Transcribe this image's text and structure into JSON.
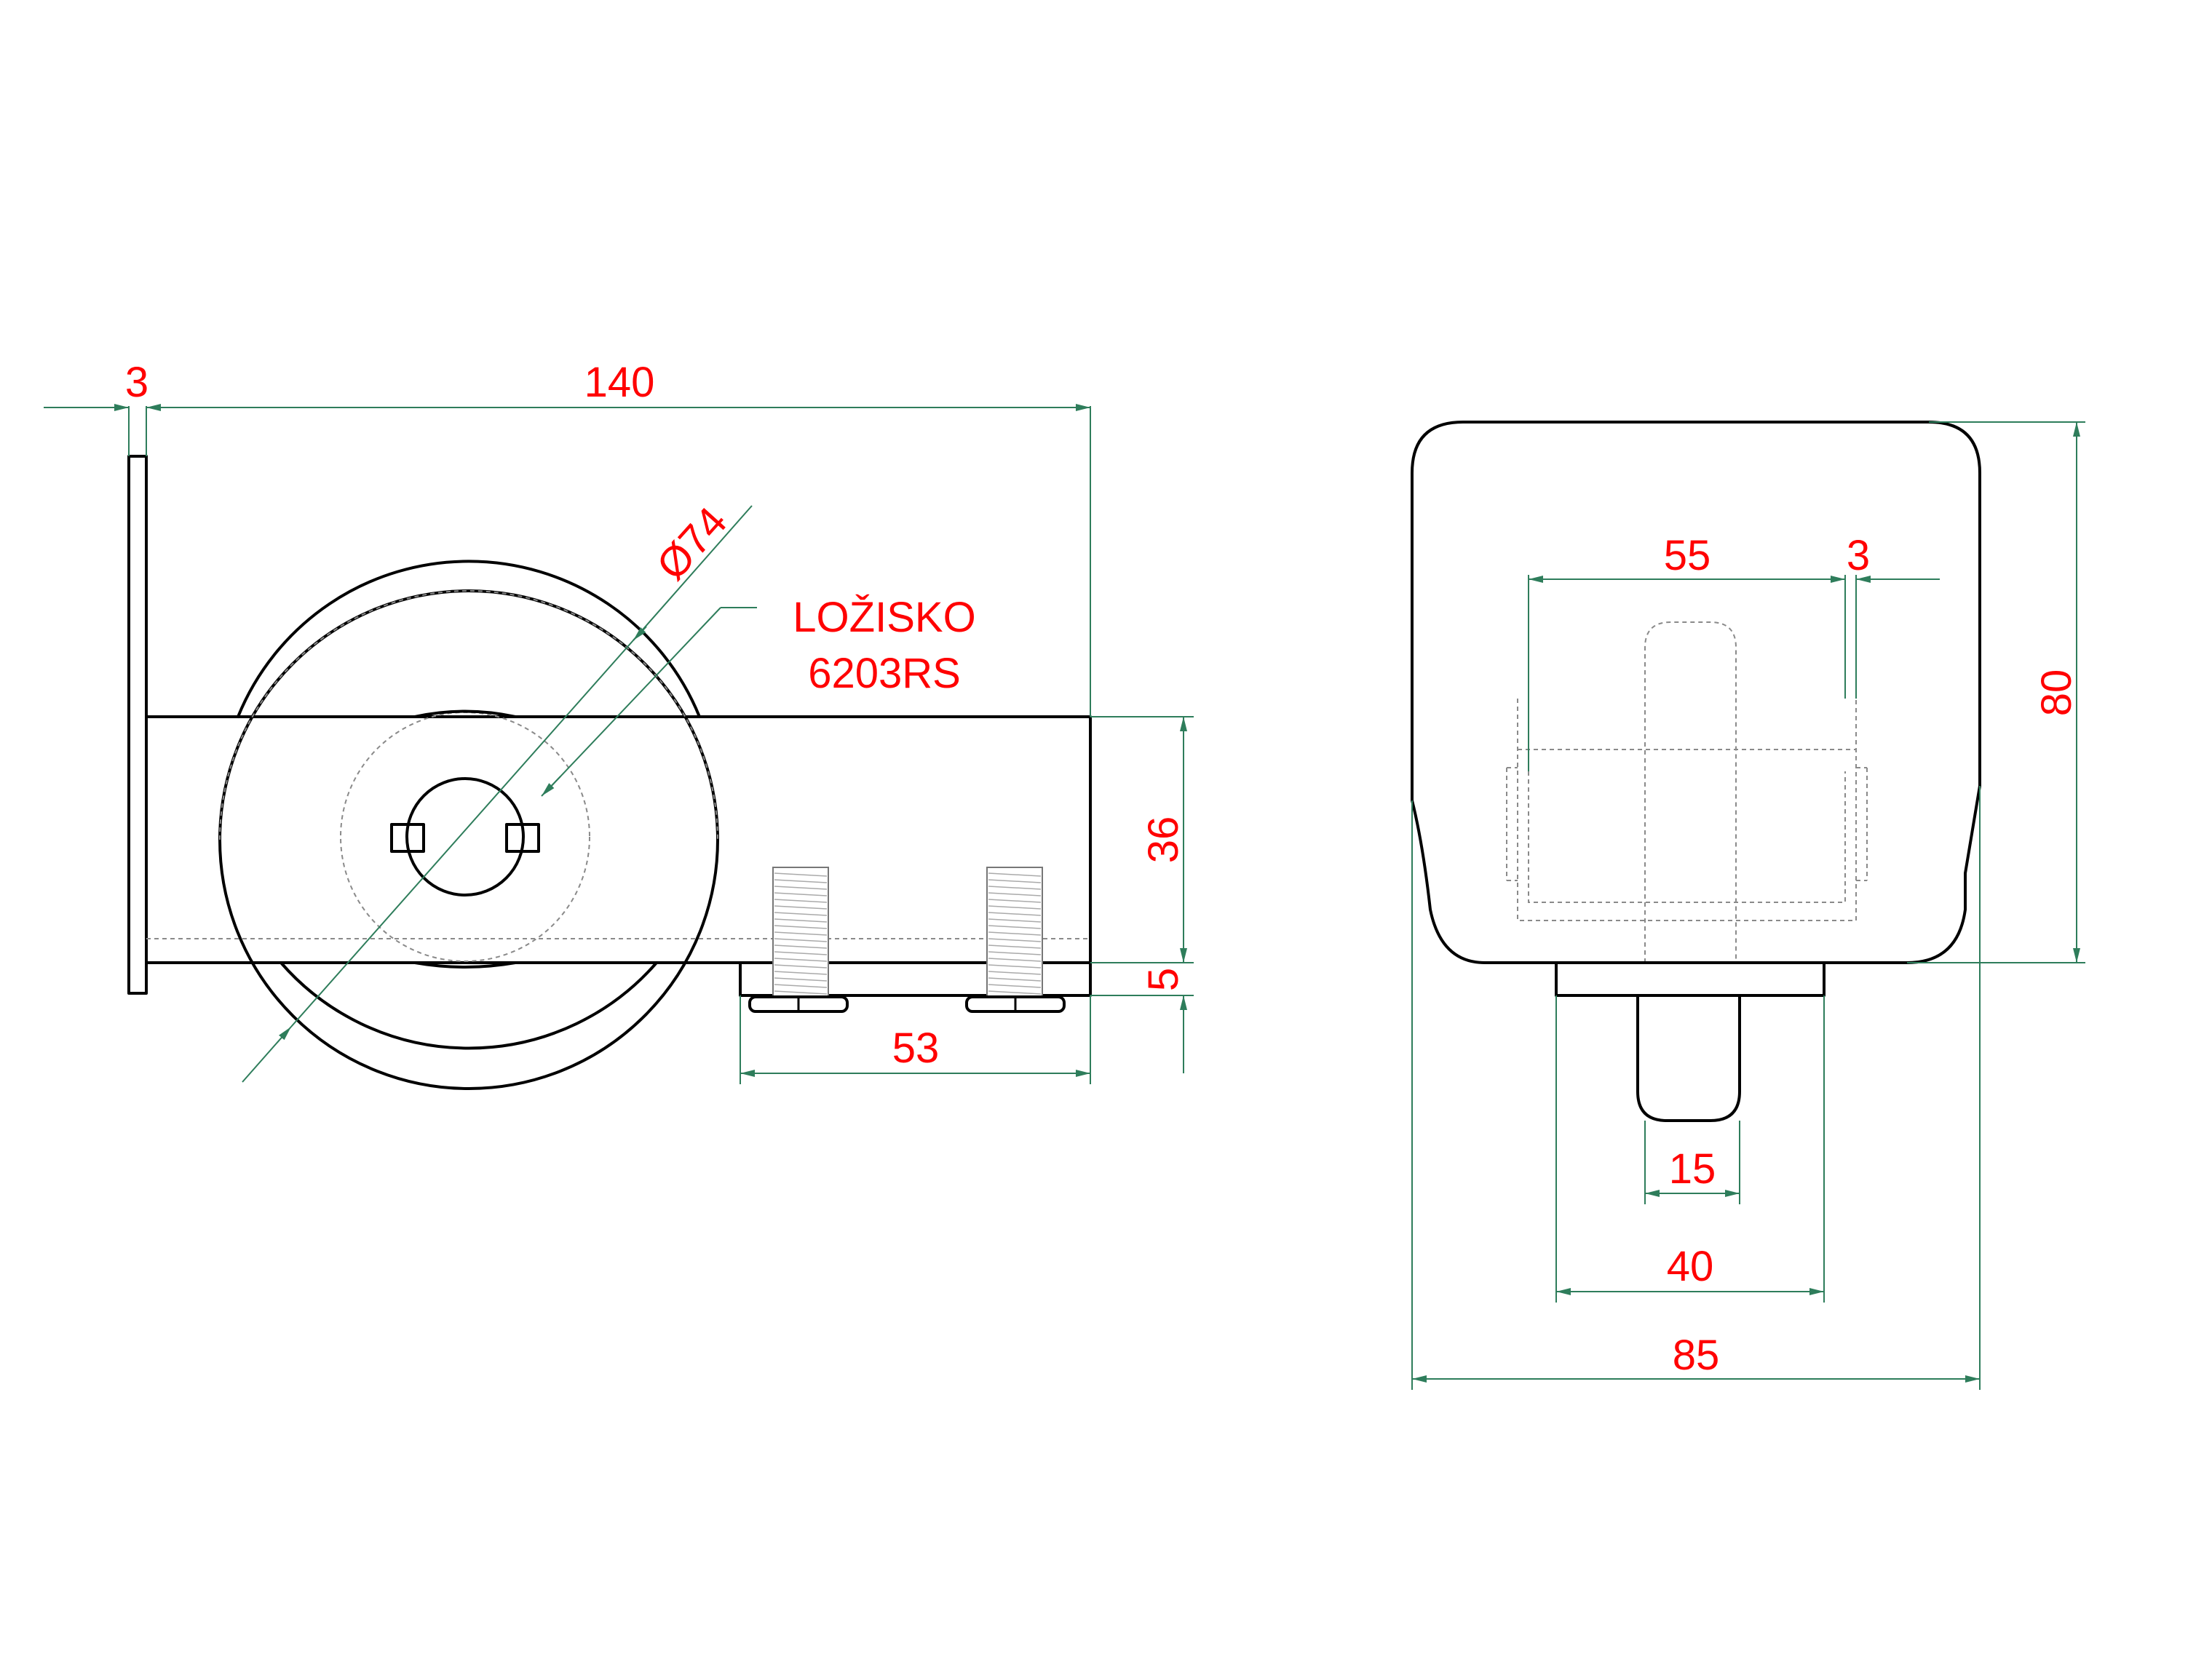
{
  "colors": {
    "dimension_text": "#ff0000",
    "dimension_line": "#2e7d5b",
    "outline": "#000000",
    "hidden_line": "#8a8a8a",
    "background": "#ffffff"
  },
  "side_view": {
    "dim_plate_thickness": "3",
    "dim_total_length": "140",
    "dim_wheel_diameter": "Ø74",
    "bearing_label_line1": "LOŽISKO",
    "bearing_label_line2": "6203RS",
    "dim_body_height": "36",
    "dim_base_height": "5",
    "dim_bolt_spacing": "53"
  },
  "front_view": {
    "dim_inner_width": "55",
    "dim_wall_thickness": "3",
    "dim_total_height": "80",
    "dim_stem_width": "15",
    "dim_base_width": "40",
    "dim_total_width": "85"
  }
}
